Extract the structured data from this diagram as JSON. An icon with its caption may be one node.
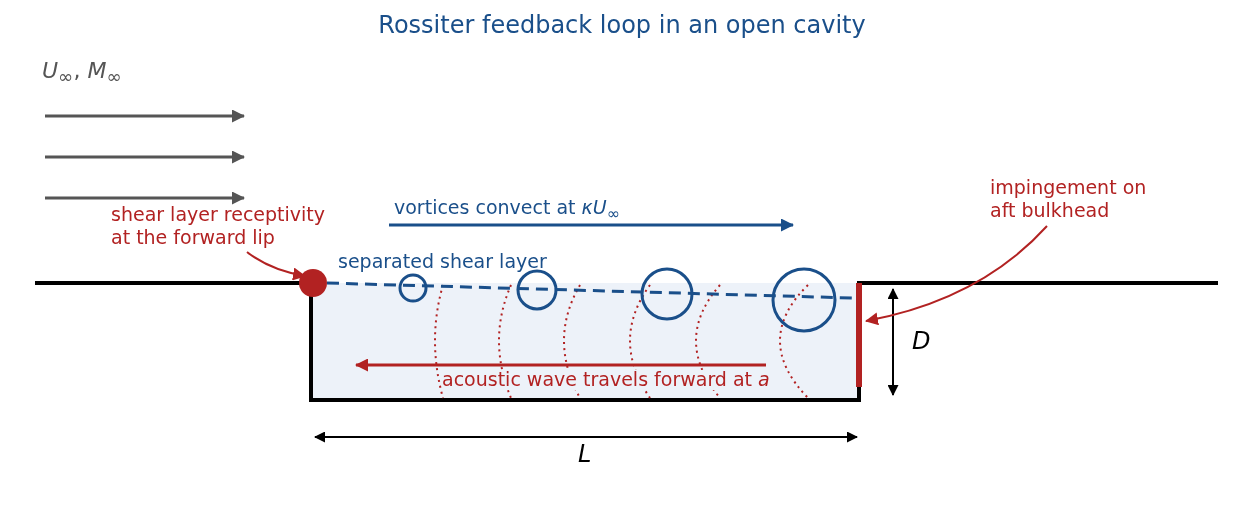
{
  "diagram": {
    "title": "Rossiter feedback loop in an open cavity",
    "nodes": [
      {
        "text": [
          "shear layer receptivity at the forward lip"
        ]
      },
      {
        "text": [],
        "shape": "circle"
      },
      {
        "text": [
          "impingement on aft bulkhead"
        ]
      },
      {
        "text": [],
        "shape": "bar"
      }
    ],
    "edges": [
      {
        "from": 0,
        "to": 1,
        "arrow": "to"
      },
      {
        "from": 2,
        "to": 3,
        "arrow": "to"
      },
      {
        "from": 1,
        "to": 3,
        "arrow": "none",
        "style": "dashed",
        "color": "#1a4f8a"
      }
    ],
    "labels": [
      "*U*$_{∞}$, *M*$_{∞}$",
      "vortices convect at *κU*$_{∞}$",
      "separated shear layer",
      "acoustic wave travels forward at *a*",
      "D",
      "L"
    ]
  }
}
